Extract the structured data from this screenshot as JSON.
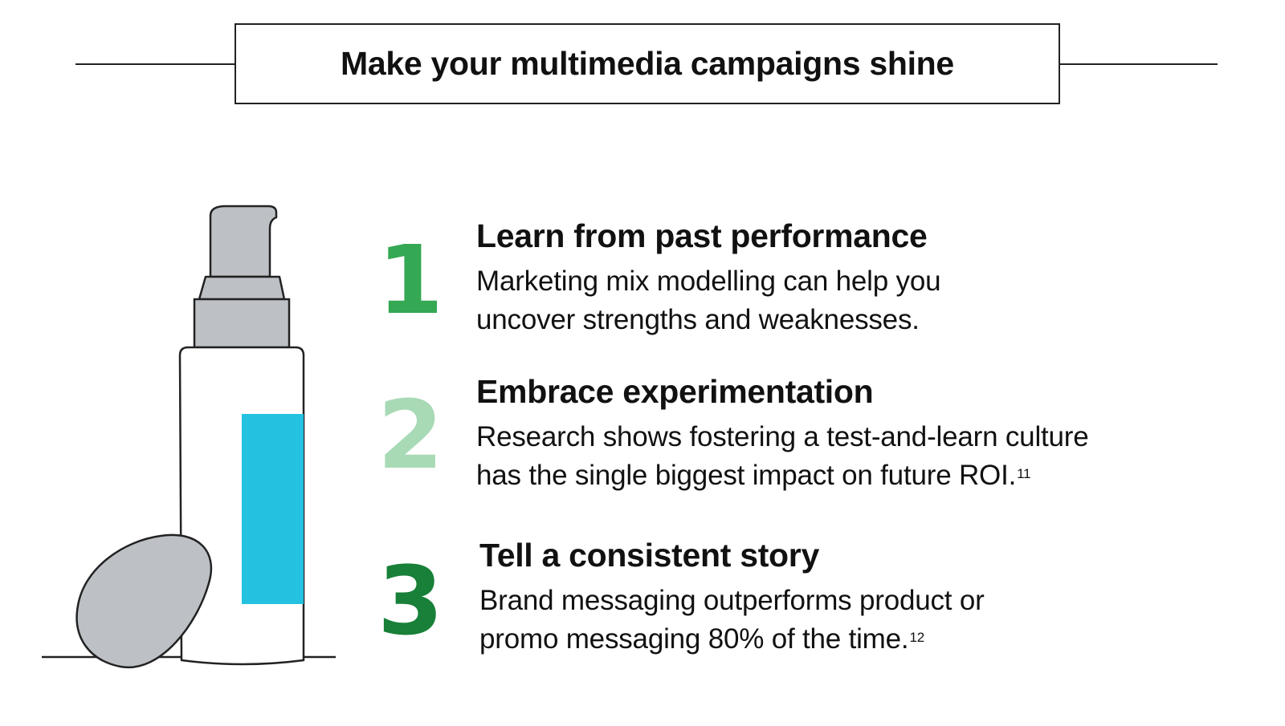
{
  "header": {
    "title": "Make your multimedia campaigns shine"
  },
  "steps": [
    {
      "number": "1",
      "heading": "Learn from past performance",
      "line1": "Marketing mix modelling can help you",
      "line2": "uncover strengths and weaknesses.",
      "footnote": ""
    },
    {
      "number": "2",
      "heading": "Embrace experimentation",
      "line1": "Research shows fostering a test-and-learn culture",
      "line2": "has the single biggest impact on future ROI.",
      "footnote": "11"
    },
    {
      "number": "3",
      "heading": "Tell a consistent story",
      "line1": "Brand messaging outperforms product or",
      "line2": "promo messaging 80% of the time.",
      "footnote": "12"
    }
  ],
  "colors": {
    "number_1": "#34a853",
    "number_2": "#a8dab5",
    "number_3": "#188038",
    "bottle_label": "#24c1e0",
    "bottle_cap": "#bdc1c6",
    "sponge": "#bdc1c6",
    "outline": "#222222"
  },
  "icons": [
    "pump-bottle-icon",
    "makeup-sponge-icon"
  ]
}
